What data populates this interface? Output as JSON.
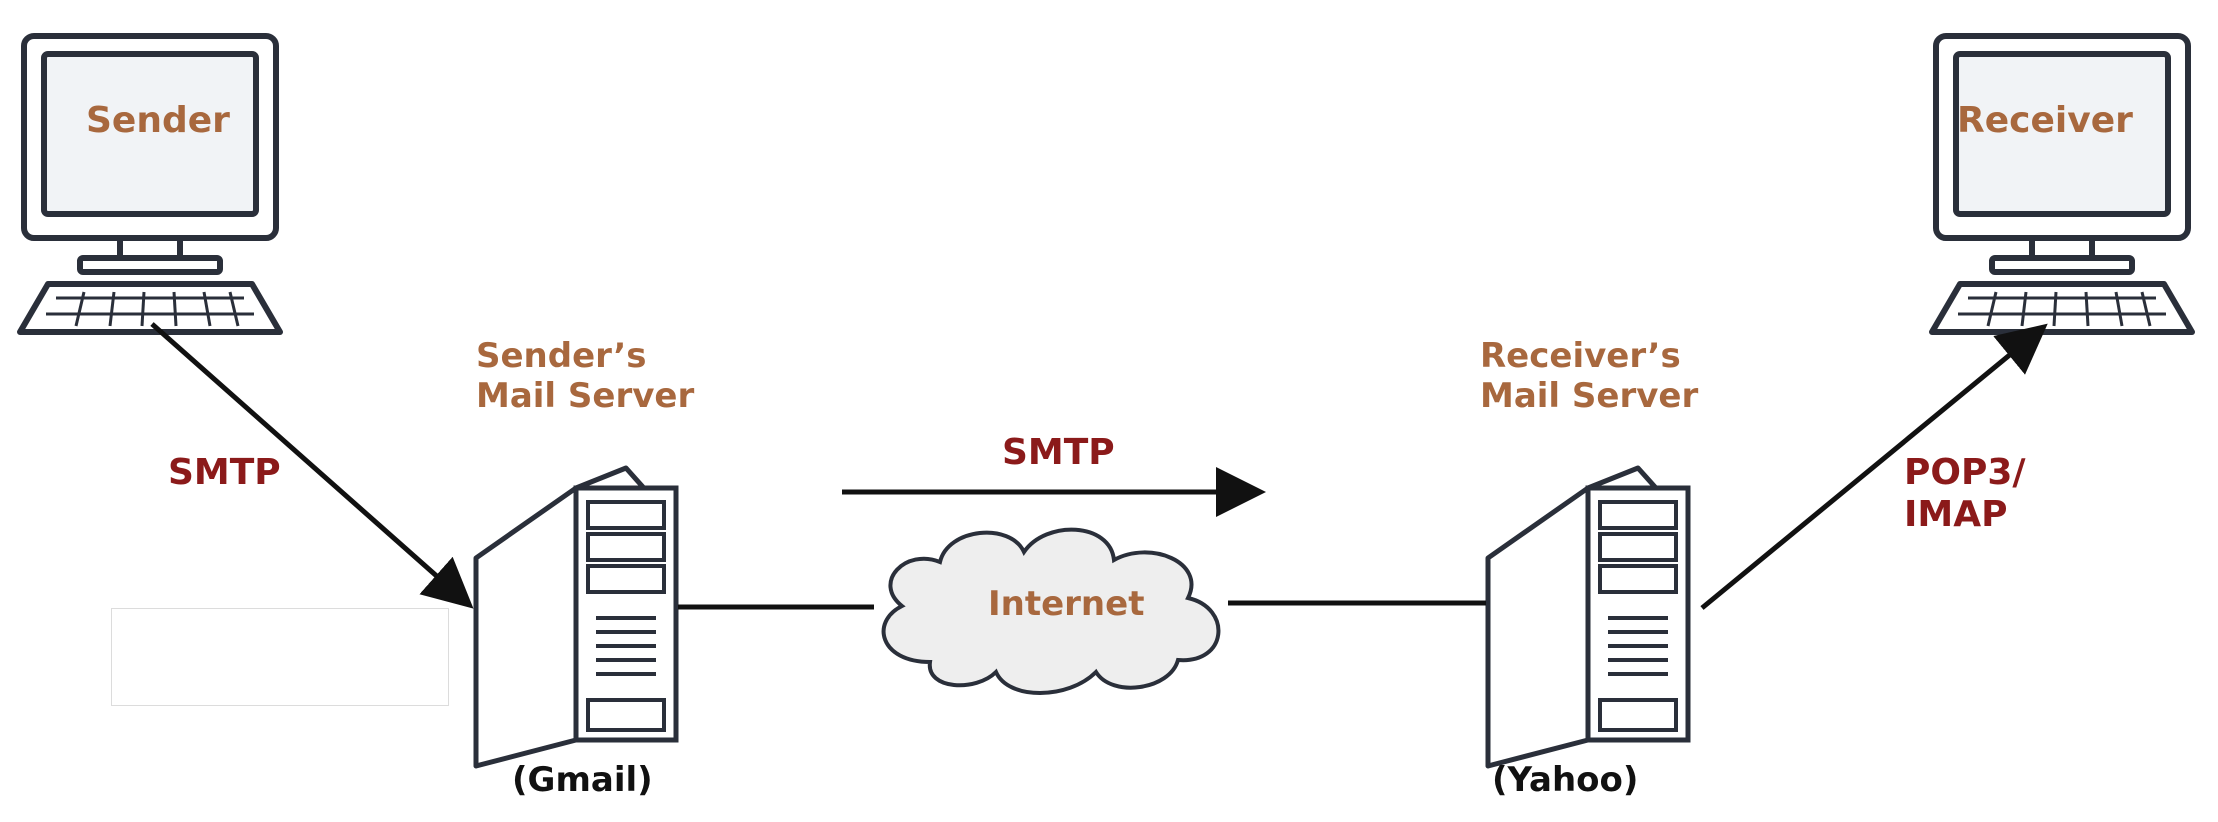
{
  "sender": {
    "screen_label": "Sender"
  },
  "receiver": {
    "screen_label": "Receiver"
  },
  "sender_server": {
    "title_line1": "Sender’s",
    "title_line2": "Mail Server",
    "provider": "(Gmail)"
  },
  "receiver_server": {
    "title_line1": "Receiver’s",
    "title_line2": "Mail Server",
    "provider": "(Yahoo)"
  },
  "cloud": {
    "label": "Internet"
  },
  "protocols": {
    "client_to_server": "SMTP",
    "server_to_server": "SMTP",
    "server_to_client_line1": "POP3/",
    "server_to_client_line2": "IMAP"
  },
  "colors": {
    "node_label": "#a8683e",
    "protocol_label": "#8b1a1a",
    "outline": "#2a2f3a",
    "screen_fill": "#f1f3f6",
    "cloud_fill": "#eeeeee"
  }
}
